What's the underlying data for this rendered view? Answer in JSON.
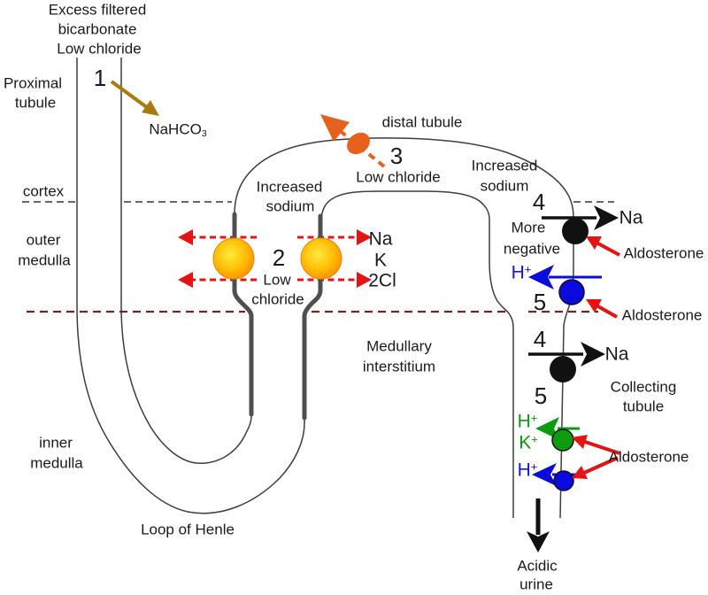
{
  "figure_title": "Nephron diagram - metabolic alkalosis mechanisms",
  "colors": {
    "background": "#ffffff",
    "tube_line": "#3d3d3d",
    "thick_wall": "#4f4f4f",
    "cortex_dash": "#4a2f2f",
    "medulla_dash": "#702626",
    "gold_arrow": "#a87a10",
    "orange": "#e8611c",
    "red": "#e41414",
    "blue": "#0b0bdd",
    "green": "#089c10",
    "black": "#111111",
    "pump_yellow": "#ffe93c",
    "pump_orange": "#ff8f00"
  },
  "proximal": {
    "title_l1": "Excess filtered",
    "title_l2": "bicarbonate",
    "title_l3": "Low chloride",
    "label_l1": "Proximal",
    "label_l2": "tubule",
    "step": "1",
    "molecule_base": "NaHCO",
    "molecule_sub": "3"
  },
  "distal": {
    "label": "distal tubule",
    "step": "3",
    "note": "Low chloride"
  },
  "tal": {
    "step": "2",
    "note_l1": "Low",
    "note_l2": "chloride",
    "increased_l1": "Increased",
    "increased_l2": "sodium",
    "ion1": "Na",
    "ion2": "K",
    "ion3": "2Cl"
  },
  "regions": {
    "cortex": "cortex",
    "outer_l1": "outer",
    "outer_l2": "medulla",
    "inner_l1": "inner",
    "inner_l2": "medulla",
    "interstitium_l1": "Medullary",
    "interstitium_l2": "interstitium",
    "loop": "Loop of Henle"
  },
  "cct": {
    "increased_l1": "Increased",
    "increased_l2": "sodium",
    "step_na": "4",
    "na": "Na",
    "more_l1": "More",
    "more_l2": "negative",
    "aldosterone1": "Aldosterone",
    "h_base": "H",
    "h_sup": "+",
    "step_h": "5",
    "aldosterone2": "Aldosterone"
  },
  "mct": {
    "step_na": "4",
    "na": "Na",
    "label_l1": "Collecting",
    "label_l2": "tubule",
    "step_h": "5",
    "hg_base": "H",
    "hg_sup": "+",
    "kg_base": "K",
    "kg_sup": "+",
    "aldosterone": "Aldosterone",
    "hb_base": "H",
    "hb_sup": "+",
    "urine_l1": "Acidic",
    "urine_l2": "urine"
  }
}
